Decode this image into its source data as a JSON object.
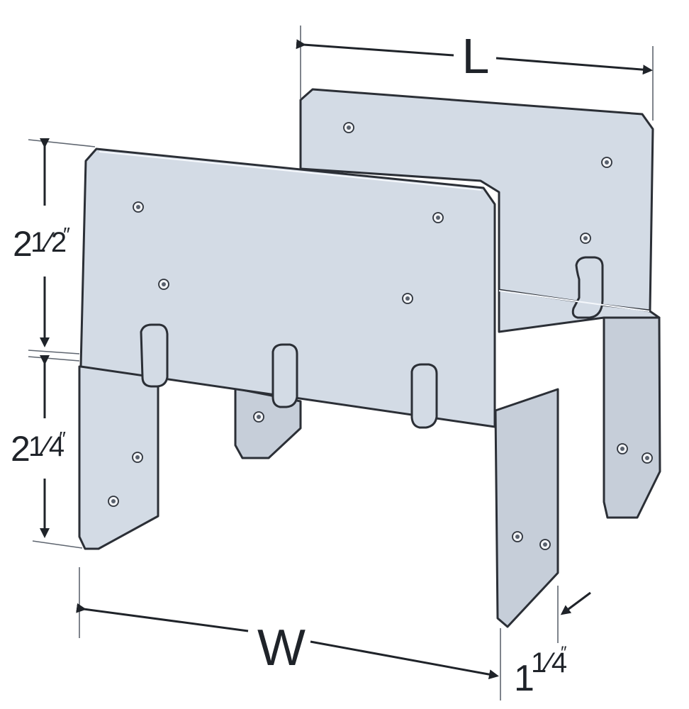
{
  "dimensions": {
    "length": {
      "label": "L"
    },
    "width": {
      "label": "W"
    },
    "upper_height": {
      "whole": "2",
      "fraction": "1⁄2",
      "unit": "″"
    },
    "lower_height": {
      "whole": "2",
      "fraction": "1⁄4",
      "unit": "″"
    },
    "depth": {
      "whole": "1",
      "fraction": "1⁄4",
      "unit": "″"
    }
  }
}
